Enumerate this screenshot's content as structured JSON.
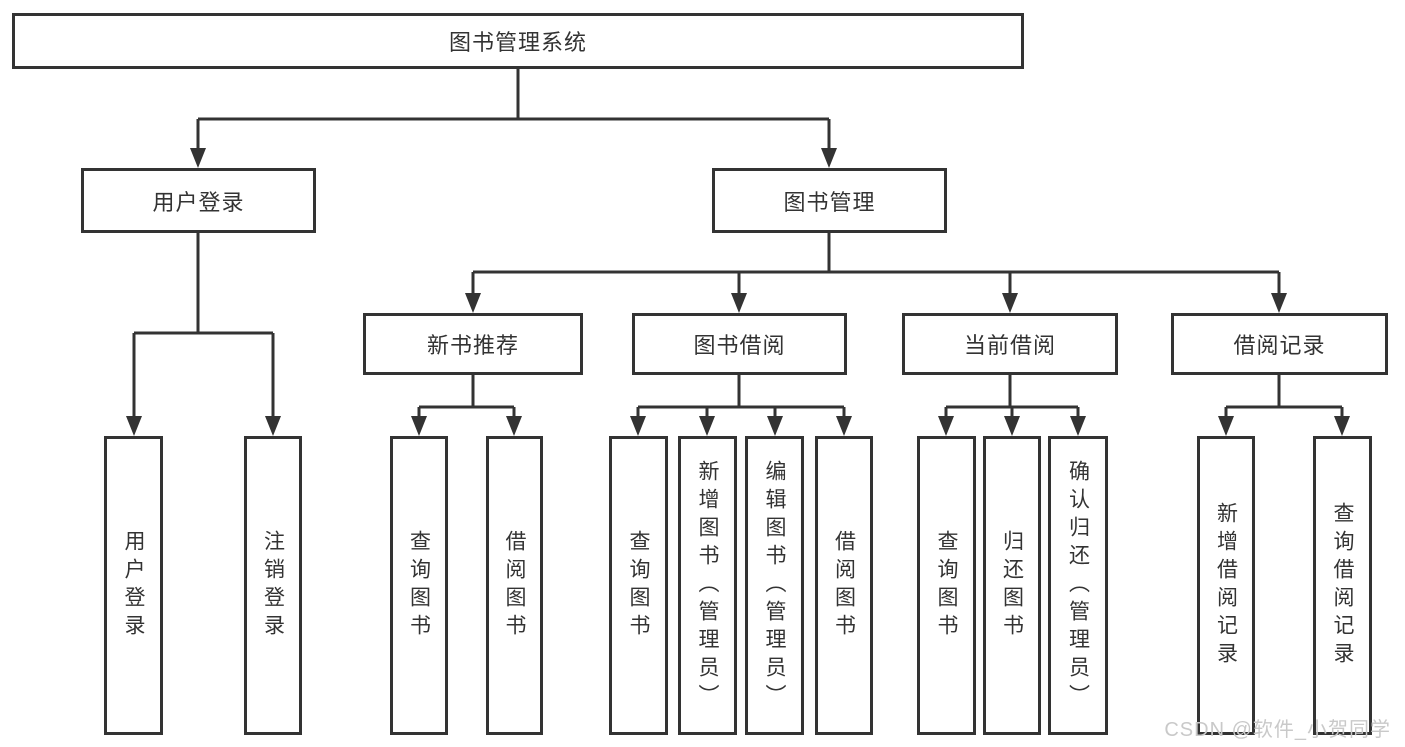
{
  "diagram": {
    "root_label": "图书管理系统",
    "level2": [
      {
        "label": "用户登录",
        "children": [
          {
            "label": "用户登录"
          },
          {
            "label": "注销登录"
          }
        ]
      },
      {
        "label": "图书管理",
        "children": [
          {
            "label": "新书推荐",
            "children": [
              {
                "label": "查询图书"
              },
              {
                "label": "借阅图书"
              }
            ]
          },
          {
            "label": "图书借阅",
            "children": [
              {
                "label": "查询图书"
              },
              {
                "label": "新增图书（管理员）"
              },
              {
                "label": "编辑图书（管理员）"
              },
              {
                "label": "借阅图书"
              }
            ]
          },
          {
            "label": "当前借阅",
            "children": [
              {
                "label": "查询图书"
              },
              {
                "label": "归还图书"
              },
              {
                "label": "确认归还（管理员）"
              }
            ]
          },
          {
            "label": "借阅记录",
            "children": [
              {
                "label": "新增借阅记录"
              },
              {
                "label": "查询借阅记录"
              }
            ]
          }
        ]
      }
    ]
  },
  "watermark": {
    "text": "CSDN @软件_小贺同学"
  },
  "colors": {
    "line": "#333333",
    "box_border": "#333333",
    "text": "#333333",
    "watermark": "#c9c9c9",
    "background": "#ffffff"
  }
}
